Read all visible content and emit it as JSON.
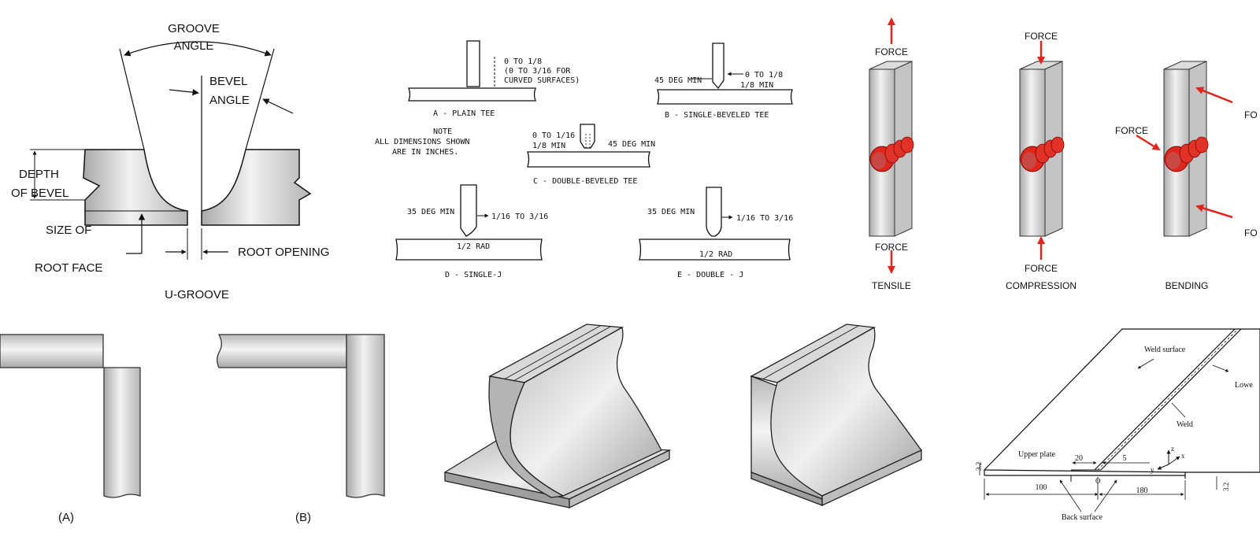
{
  "colors": {
    "weld_red": "#e0261c",
    "arrow_red": "#e0261c",
    "steel_light": "#eeeeee",
    "steel_dark": "#a8a8a8",
    "ink": "#111111"
  },
  "ugroove": {
    "groove_angle": [
      "GROOVE",
      "ANGLE"
    ],
    "bevel_angle": [
      "BEVEL",
      "ANGLE"
    ],
    "depth_of_bevel": [
      "DEPTH",
      "OF BEVEL"
    ],
    "size_of_root_face": [
      "SIZE OF",
      "ROOT FACE"
    ],
    "root_opening": "ROOT OPENING",
    "caption": "U-GROOVE"
  },
  "tee_joints": {
    "a_dim": [
      "0 TO 1/8",
      "(0 TO 3/16 FOR",
      "CURVED SURFACES)"
    ],
    "a_caption": "A - PLAIN TEE",
    "b_dim1": "0 TO 1/8",
    "b_dim2": "1/8 MIN",
    "b_angle": "45 DEG MIN",
    "b_caption": "B - SINGLE-BEVELED TEE",
    "note": [
      "NOTE",
      "ALL DIMENSIONS SHOWN",
      "ARE IN INCHES."
    ],
    "c_dim1": "0 TO 1/16",
    "c_dim2": "1/8 MIN",
    "c_angle": "45 DEG MIN",
    "c_caption": "C - DOUBLE-BEVELED TEE",
    "d_angle": "35 DEG MIN",
    "d_dim": "1/16 TO 3/16",
    "d_rad": "1/2 RAD",
    "d_caption": "D - SINGLE-J",
    "e_angle": "35 DEG MIN",
    "e_dim": "1/16 TO 3/16",
    "e_rad": "1/2 RAD",
    "e_caption": "E - DOUBLE - J"
  },
  "forces": {
    "force_label": "FORCE",
    "tensile": "TENSILE",
    "compression": "COMPRESSION",
    "bending": "BENDING",
    "cut_force": "FO"
  },
  "corners": {
    "label_a": "(A)",
    "label_b": "(B)"
  },
  "plate": {
    "weld_surface": "Weld surface",
    "lower": "Lowe",
    "weld": "Weld",
    "upper_plate": "Upper plate",
    "back_surface": "Back surface",
    "dim_20": "20",
    "dim_5": "5",
    "dim_100": "100",
    "dim_180": "180",
    "dim_32_left": "3.2",
    "dim_32_right": "3.2",
    "axis_x": "x",
    "axis_y": "y",
    "axis_z": "z",
    "origin": "O"
  }
}
